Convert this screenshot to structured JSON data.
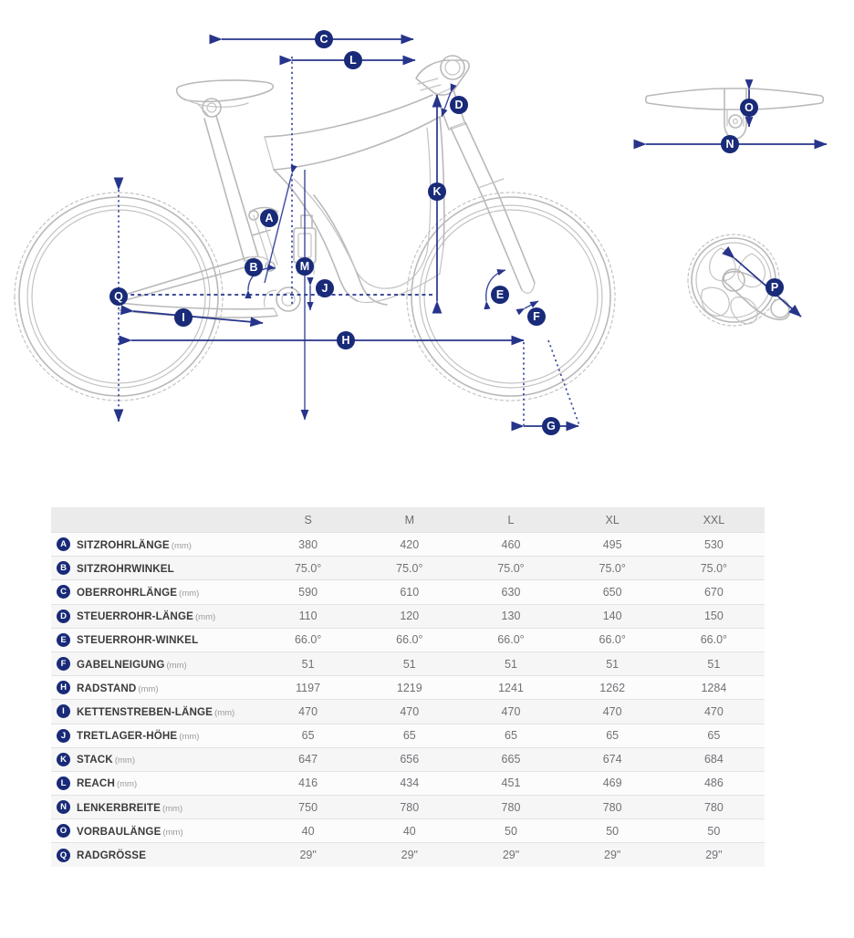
{
  "diagram": {
    "name": "mountain-bike-geometry-diagram",
    "accent_color": "#182a78",
    "outline_color": "#b9b9b9",
    "markers": [
      {
        "id": "A",
        "meaning": "seat-tube-length"
      },
      {
        "id": "B",
        "meaning": "seat-tube-angle"
      },
      {
        "id": "C",
        "meaning": "top-tube-length"
      },
      {
        "id": "D",
        "meaning": "head-tube-length"
      },
      {
        "id": "E",
        "meaning": "head-tube-angle"
      },
      {
        "id": "F",
        "meaning": "fork-rake"
      },
      {
        "id": "G",
        "meaning": "trail"
      },
      {
        "id": "H",
        "meaning": "wheelbase"
      },
      {
        "id": "I",
        "meaning": "chainstay-length"
      },
      {
        "id": "J",
        "meaning": "bottom-bracket-drop"
      },
      {
        "id": "K",
        "meaning": "stack"
      },
      {
        "id": "L",
        "meaning": "reach"
      },
      {
        "id": "M",
        "meaning": "bottom-bracket-center"
      },
      {
        "id": "N",
        "meaning": "handlebar-width"
      },
      {
        "id": "O",
        "meaning": "stem-length"
      },
      {
        "id": "P",
        "meaning": "crank-length"
      },
      {
        "id": "Q",
        "meaning": "wheel-size"
      }
    ]
  },
  "table": {
    "name": "geometry-table",
    "header": {
      "label_column": "",
      "sizes": [
        "S",
        "M",
        "L",
        "XL",
        "XXL"
      ]
    },
    "rows": [
      {
        "badge": "A",
        "name": "SITZROHRLÄNGE",
        "unit": "(mm)",
        "values": [
          "380",
          "420",
          "460",
          "495",
          "530"
        ]
      },
      {
        "badge": "B",
        "name": "SITZROHRWINKEL",
        "unit": "",
        "values": [
          "75.0°",
          "75.0°",
          "75.0°",
          "75.0°",
          "75.0°"
        ]
      },
      {
        "badge": "C",
        "name": "OBERROHRLÄNGE",
        "unit": "(mm)",
        "values": [
          "590",
          "610",
          "630",
          "650",
          "670"
        ]
      },
      {
        "badge": "D",
        "name": "STEUERROHR-LÄNGE",
        "unit": "(mm)",
        "values": [
          "110",
          "120",
          "130",
          "140",
          "150"
        ]
      },
      {
        "badge": "E",
        "name": "STEUERROHR-WINKEL",
        "unit": "",
        "values": [
          "66.0°",
          "66.0°",
          "66.0°",
          "66.0°",
          "66.0°"
        ]
      },
      {
        "badge": "F",
        "name": "GABELNEIGUNG",
        "unit": "(mm)",
        "values": [
          "51",
          "51",
          "51",
          "51",
          "51"
        ]
      },
      {
        "badge": "H",
        "name": "RADSTAND",
        "unit": "(mm)",
        "values": [
          "1197",
          "1219",
          "1241",
          "1262",
          "1284"
        ]
      },
      {
        "badge": "I",
        "name": "KETTENSTREBEN-LÄNGE",
        "unit": "(mm)",
        "values": [
          "470",
          "470",
          "470",
          "470",
          "470"
        ]
      },
      {
        "badge": "J",
        "name": "TRETLAGER-HÖHE",
        "unit": "(mm)",
        "values": [
          "65",
          "65",
          "65",
          "65",
          "65"
        ]
      },
      {
        "badge": "K",
        "name": "STACK",
        "unit": "(mm)",
        "values": [
          "647",
          "656",
          "665",
          "674",
          "684"
        ]
      },
      {
        "badge": "L",
        "name": "REACH",
        "unit": "(mm)",
        "values": [
          "416",
          "434",
          "451",
          "469",
          "486"
        ]
      },
      {
        "badge": "N",
        "name": "LENKERBREITE",
        "unit": "(mm)",
        "values": [
          "750",
          "780",
          "780",
          "780",
          "780"
        ]
      },
      {
        "badge": "O",
        "name": "VORBAULÄNGE",
        "unit": "(mm)",
        "values": [
          "40",
          "40",
          "50",
          "50",
          "50"
        ]
      },
      {
        "badge": "Q",
        "name": "RADGRÖSSE",
        "unit": "",
        "values": [
          "29\"",
          "29\"",
          "29\"",
          "29\"",
          "29\""
        ]
      }
    ]
  }
}
